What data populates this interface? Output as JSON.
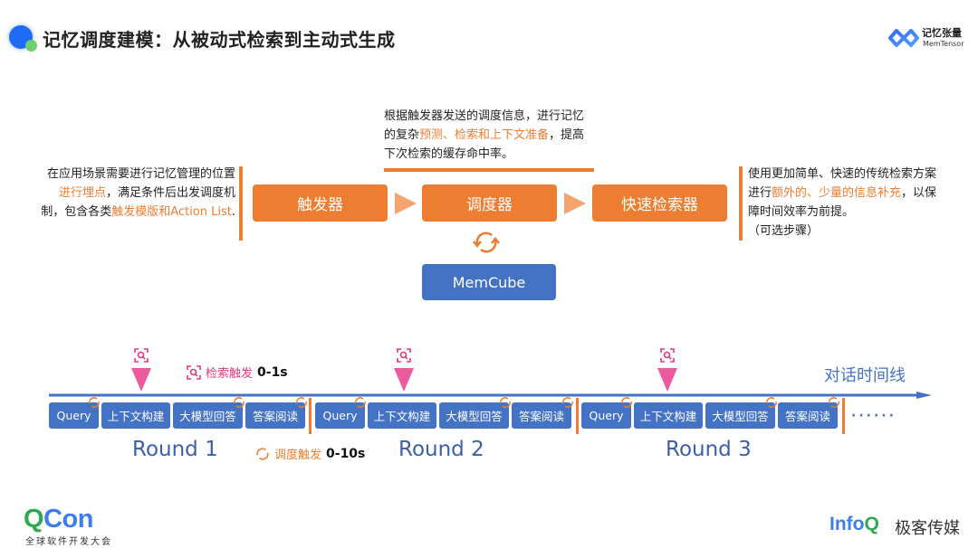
{
  "header": {
    "title": "记忆调度建模：从被动式检索到主动式生成",
    "brand_cn": "记忆张量",
    "brand_en": "MemTensor"
  },
  "descriptions": {
    "left": {
      "parts": [
        {
          "text": "在应用场景需要进行记忆管理的位置",
          "highlight": false
        },
        {
          "text": "进行埋点",
          "highlight": true
        },
        {
          "text": "，满足条件后出发调度机制，包含各类",
          "highlight": false
        },
        {
          "text": "触发模版和Action List",
          "highlight": true
        },
        {
          "text": ".",
          "highlight": false
        }
      ]
    },
    "middle": {
      "parts": [
        {
          "text": "根据触发器发送的调度信息，进行记忆的复杂",
          "highlight": false
        },
        {
          "text": "预测、检索和上下文准备",
          "highlight": true
        },
        {
          "text": "，提高下次检索的缓存命中率。",
          "highlight": false
        }
      ]
    },
    "right": {
      "parts": [
        {
          "text": "使用更加简单、快速的传统检索方案进行",
          "highlight": false
        },
        {
          "text": "额外的、少量的信息补充",
          "highlight": true
        },
        {
          "text": "，以保障时间效率为前提。",
          "highlight": false
        }
      ],
      "note": "（可选步骤）"
    }
  },
  "pipeline": {
    "boxes": [
      "触发器",
      "调度器",
      "快速检索器"
    ],
    "memcube": "MemCube"
  },
  "timeline": {
    "label": "对话时间线",
    "search_legend": {
      "label": "检索触发",
      "value": "0-1s"
    },
    "schedule_legend": {
      "label": "调度触发",
      "value": "0-10s"
    },
    "steps": [
      "Query",
      "上下文构建",
      "大模型回答",
      "答案阅读"
    ],
    "rounds": [
      "Round 1",
      "Round 2",
      "Round 3"
    ],
    "ellipsis": "······"
  },
  "footer": {
    "qcon_q": "Q",
    "qcon_con": "Con",
    "qcon_sub": "全球软件开发大会",
    "infoq_info": "Info",
    "infoq_q": "Q",
    "geek": "极客传媒"
  },
  "colors": {
    "accent_orange": "#ed7d31",
    "accent_blue": "#4472c4",
    "accent_pink": "#e0397f"
  }
}
